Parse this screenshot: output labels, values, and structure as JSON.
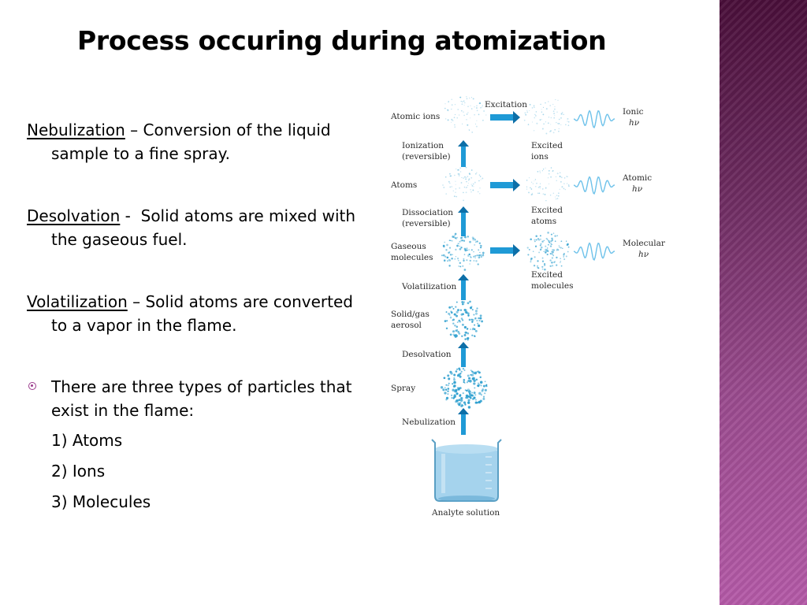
{
  "slide": {
    "title": "Process occuring during atomization",
    "definitions": [
      {
        "term": "Nebulization",
        "separator": " – ",
        "text": "Conversion of the liquid sample to a fine spray."
      },
      {
        "term": "Desolvation",
        "separator": " -  ",
        "text": "Solid atoms are mixed with the gaseous fuel."
      },
      {
        "term": "Volatilization",
        "separator": " – ",
        "text": "Solid atoms are converted to a vapor in the flame."
      }
    ],
    "bullet": "There are three types of particles that exist in the flame:",
    "particle_types": [
      "1)  Atoms",
      "2)  Ions",
      "3)  Molecules"
    ]
  },
  "diagram": {
    "left_labels": {
      "atomic_ions": "Atomic ions",
      "ionization": [
        "Ionization",
        "(reversible)"
      ],
      "atoms": "Atoms",
      "dissociation": [
        "Dissociation",
        "(reversible)"
      ],
      "gaseous_molecules": [
        "Gaseous",
        "molecules"
      ],
      "volatilization": "Volatilization",
      "solid_gas_aerosol": [
        "Solid/gas",
        "aerosol"
      ],
      "desolvation": "Desolvation",
      "spray": "Spray",
      "nebulization": "Nebulization"
    },
    "excitation": "Excitation",
    "excited": {
      "ions": [
        "Excited",
        "ions"
      ],
      "atoms": [
        "Excited",
        "atoms"
      ],
      "molecules": [
        "Excited",
        "molecules"
      ]
    },
    "emission": {
      "ionic": [
        "Ionic",
        "hν"
      ],
      "atomic": [
        "Atomic",
        "hν"
      ],
      "molecular": [
        "Molecular",
        "hν"
      ]
    },
    "analyte_solution": "Analyte solution",
    "colors": {
      "arrow": "#1f9ad6",
      "arrow_dark": "#0d6fa8",
      "particle": "#2e9fcf",
      "liquid": "#8fc8e8"
    }
  }
}
